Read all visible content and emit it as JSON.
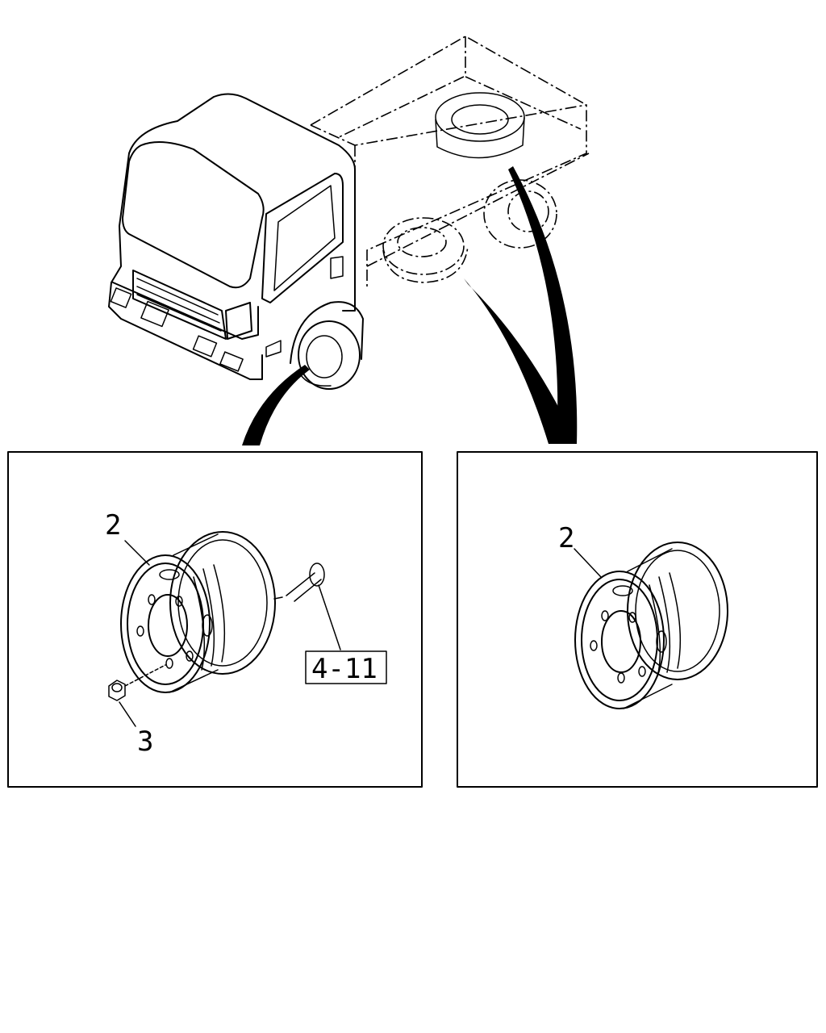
{
  "callouts": {
    "left_wheel": "2",
    "left_nut": "3",
    "left_ref": "4-11",
    "right_wheel": "2"
  }
}
